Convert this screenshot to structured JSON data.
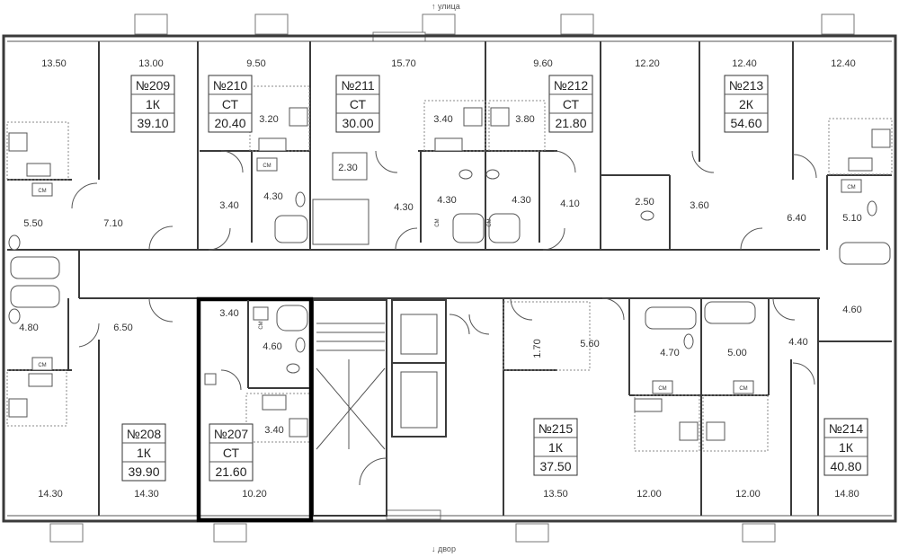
{
  "streets": {
    "top": "↑ улица",
    "bottom": "↓ двор"
  },
  "apartments": [
    {
      "id": "209",
      "number": "№209",
      "type": "1К",
      "area": "39.10"
    },
    {
      "id": "210",
      "number": "№210",
      "type": "СТ",
      "area": "20.40"
    },
    {
      "id": "211",
      "number": "№211",
      "type": "СТ",
      "area": "30.00"
    },
    {
      "id": "212",
      "number": "№212",
      "type": "СТ",
      "area": "21.80"
    },
    {
      "id": "213",
      "number": "№213",
      "type": "2К",
      "area": "54.60"
    },
    {
      "id": "208",
      "number": "№208",
      "type": "1К",
      "area": "39.90"
    },
    {
      "id": "207",
      "number": "№207",
      "type": "СТ",
      "area": "21.60"
    },
    {
      "id": "215",
      "number": "№215",
      "type": "1К",
      "area": "37.50"
    },
    {
      "id": "214",
      "number": "№214",
      "type": "1К",
      "area": "40.80"
    }
  ],
  "room_areas": [
    "13.50",
    "13.00",
    "9.50",
    "15.70",
    "9.60",
    "12.20",
    "12.40",
    "12.40",
    "3.20",
    "3.40",
    "3.80",
    "2.30",
    "5.50",
    "7.10",
    "3.40",
    "4.30",
    "4.30",
    "4.30",
    "4.30",
    "4.10",
    "2.50",
    "3.60",
    "6.40",
    "5.10",
    "3.40",
    "4.60",
    "4.80",
    "6.50",
    "1.70",
    "5.60",
    "4.70",
    "5.00",
    "4.40",
    "4.60",
    "3.40",
    "14.30",
    "14.30",
    "10.20",
    "13.50",
    "12.00",
    "12.00",
    "14.80"
  ],
  "fixture_label": "СМ",
  "fixture_label_rotated": "СМ",
  "highlighted_apartment": "207"
}
